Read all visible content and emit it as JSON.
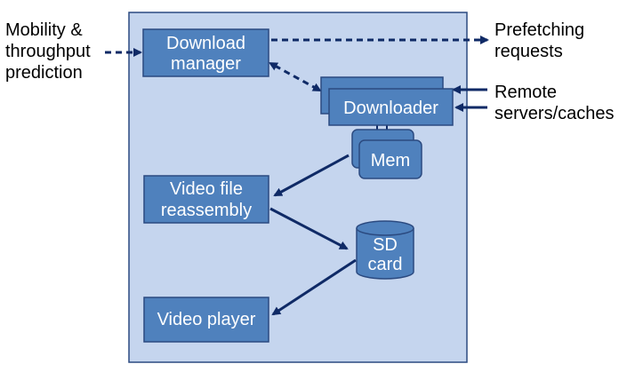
{
  "colors": {
    "container_fill": "#c5d5ee",
    "container_stroke": "#2b4a80",
    "box_fill": "#4f81bd",
    "box_stroke": "#2b4a80",
    "arrow": "#0f2a66",
    "text_on_box": "#ffffff",
    "text_external": "#000000"
  },
  "external": {
    "left_line1": "Mobility &",
    "left_line2": "throughput",
    "left_line3": "prediction",
    "right_top_line1": "Prefetching",
    "right_top_line2": "requests",
    "right_mid_line1": "Remote",
    "right_mid_line2": "servers/caches"
  },
  "boxes": {
    "download_manager_line1": "Download",
    "download_manager_line2": "manager",
    "downloader": "Downloader",
    "mem": "Mem",
    "reassembly_line1": "Video file",
    "reassembly_line2": "reassembly",
    "sd_card_line1": "SD",
    "sd_card_line2": "card",
    "video_player": "Video player"
  }
}
